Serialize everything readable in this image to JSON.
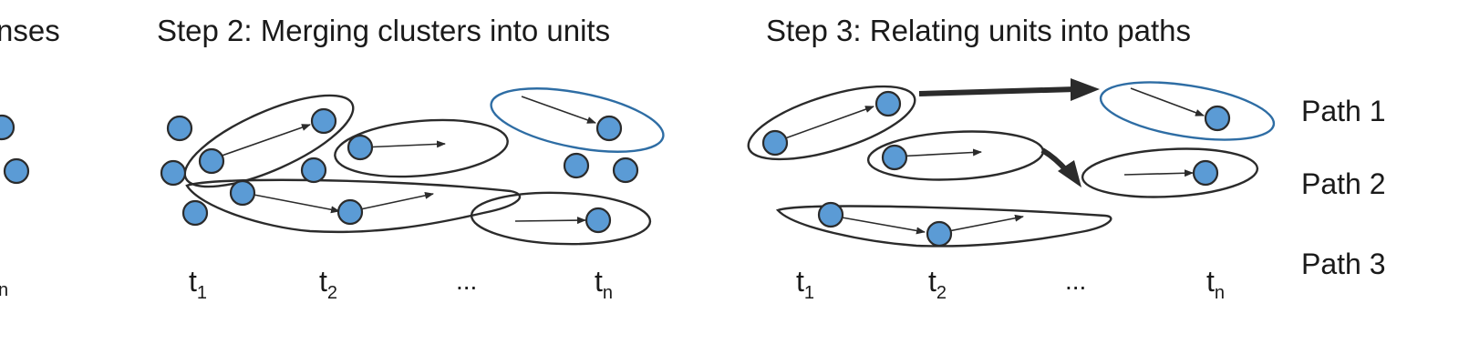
{
  "step1": {
    "title_fragment": "nses",
    "time_label_fragment": "n"
  },
  "step2": {
    "title": "Step 2: Merging clusters into units",
    "time_labels": {
      "t1_base": "t",
      "t1_sub": "1",
      "t2_base": "t",
      "t2_sub": "2",
      "ellipsis": "...",
      "tn_base": "t",
      "tn_sub": "n"
    }
  },
  "step3": {
    "title": "Step 3: Relating units into paths",
    "time_labels": {
      "t1_base": "t",
      "t1_sub": "1",
      "t2_base": "t",
      "t2_sub": "2",
      "ellipsis": "...",
      "tn_base": "t",
      "tn_sub": "n"
    },
    "paths": [
      "Path 1",
      "Path 2",
      "Path 3"
    ]
  },
  "colors": {
    "node_fill": "#5b9bd5",
    "outline": "#2b2b2b",
    "accent_outline": "#2e6da4"
  }
}
